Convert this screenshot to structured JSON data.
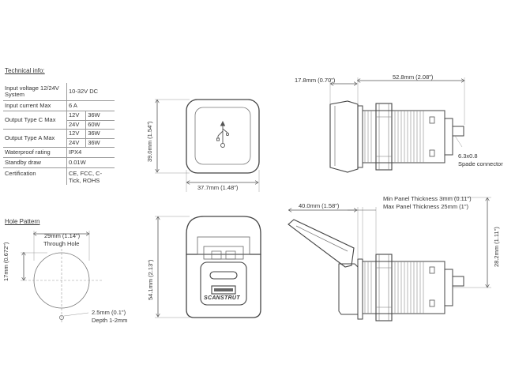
{
  "tech": {
    "heading": "Technical info:",
    "rows": [
      {
        "key": "Input voltage 12/24V System",
        "value": "10-32V DC"
      },
      {
        "key": "Input current Max",
        "value": "6 A"
      },
      {
        "key": "Output Type C Max",
        "v12": "12V",
        "w12": "36W",
        "v24": "24V",
        "w24": "60W"
      },
      {
        "key": "Output Type A Max",
        "v12": "12V",
        "w12": "36W",
        "v24": "24V",
        "w24": "36W"
      },
      {
        "key": "Waterproof rating",
        "value": "IPX4"
      },
      {
        "key": "Standby draw",
        "value": "0.01W"
      },
      {
        "key": "Certification",
        "value": "CE, FCC, C-Tick, ROHS"
      }
    ]
  },
  "hole": {
    "heading": "Hole Pattern",
    "dia": "29mm (1.14\")",
    "through": "Through Hole",
    "vert": "17mm (0.672\")",
    "small": "2.5mm (0.1\")",
    "depth": "Depth 1-2mm"
  },
  "front": {
    "height": "39.0mm (1.54\")",
    "width": "37.7mm (1.48\")"
  },
  "side_top": {
    "dim_a": "17.8mm (0.70\")",
    "dim_b": "52.8mm (2.08\")",
    "spade1": "6.3x0.8",
    "spade2": "Spade connector"
  },
  "front_open": {
    "height": "54.1mm (2.13\")",
    "logo": "SCANSTRUT"
  },
  "side_open": {
    "dim_a": "40.0mm (1.58\")",
    "min": "Min Panel Thickness 3mm (0.11\")",
    "max": "Max Panel Thickness 25mm (1\")",
    "right": "28.2mm (1.11\")"
  }
}
